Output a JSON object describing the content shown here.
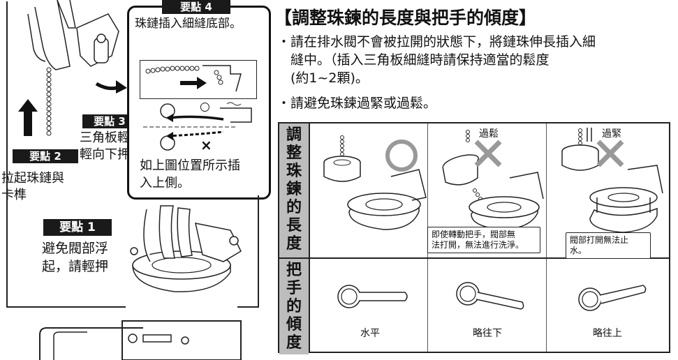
{
  "point4": {
    "badge": "要點 4",
    "caption": "珠鏈插入細縫底部。",
    "note": [
      "如上圖位置所示插",
      "入上側。"
    ],
    "mark_ok": "○",
    "mark_ng": "×"
  },
  "point3": {
    "badge": "要點 3",
    "lines": [
      "三角板輕",
      "輕向下押"
    ]
  },
  "point2": {
    "badge": "要點 2",
    "lines": [
      "拉起珠鏈與",
      "卡榫"
    ]
  },
  "point1": {
    "badge": "要點 1",
    "lines": [
      "避免閥部浮",
      "起，請輕押"
    ]
  },
  "main": {
    "heading": "【調整珠鍊的長度與把手的傾度】",
    "bullets": [
      "・請在排水閥不會被拉開的狀態下，將鏈珠伸長插入細",
      "　縫中。（插入三角板細縫時請保持適當的鬆度",
      "　(約1~2顆)。",
      "・請避免珠鍊過緊或過鬆。"
    ]
  },
  "table": {
    "row1_header": [
      "調",
      "整",
      "珠",
      "鍊",
      "的",
      "長",
      "度"
    ],
    "row2_header": [
      "把",
      "手",
      "的",
      "傾",
      "度"
    ],
    "col2_label": "過鬆",
    "col3_label": "過緊",
    "note_col2": [
      "即使轉動把手，閥部無",
      "法打開，無法進行洗淨。"
    ],
    "note_col3": [
      "閥部打開無法止",
      "水。"
    ],
    "handle_captions": [
      "水平",
      "略往下",
      "略往上"
    ]
  }
}
